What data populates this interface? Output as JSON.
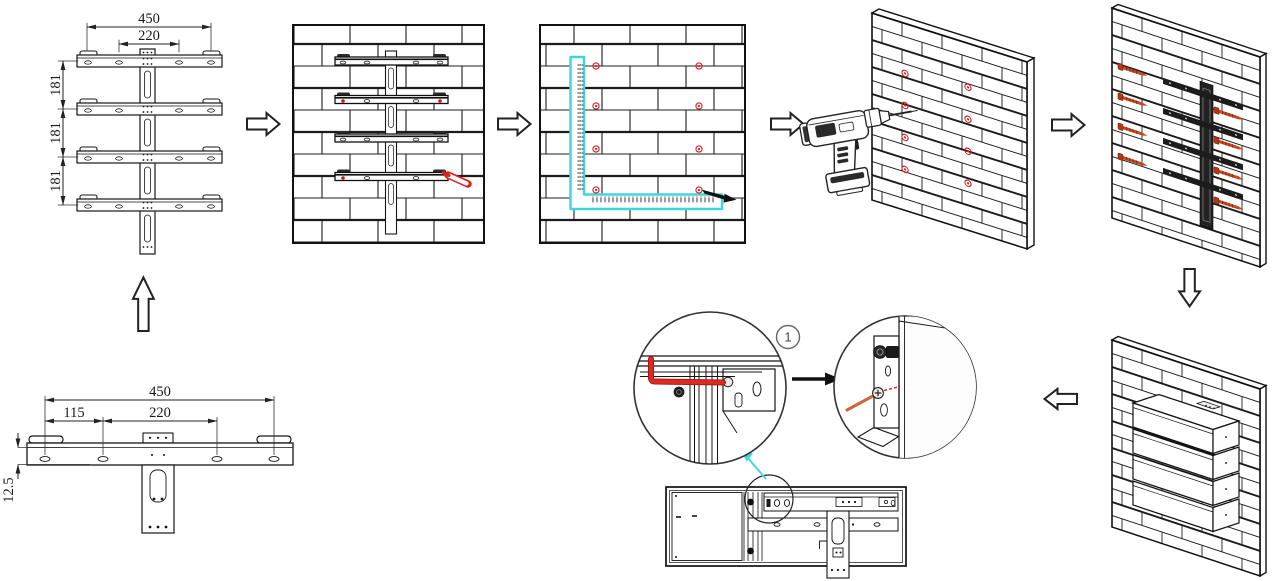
{
  "diagram": {
    "type": "installation-instruction-drawing",
    "subject": "wall-mounted stacked battery bracket installation steps"
  },
  "colors": {
    "line": "#161616",
    "marker_red": "#d81f1f",
    "ruler_cyan": "#3ed6de",
    "screw_orange": "#c8481f",
    "allen_key_red": "#de2b22",
    "callout_arrow_cyan": "#3fd8e0",
    "paper": "#ffffff"
  },
  "dims_assembly": {
    "total_width": "450",
    "inner_width": "220",
    "spacing_1": "181",
    "spacing_2": "181",
    "spacing_3": "181"
  },
  "dims_bracket": {
    "total_width": "450",
    "left_offset": "115",
    "inner_width": "220",
    "flange": "12.5"
  },
  "callout": {
    "label": "1"
  },
  "icons": {
    "drill": "power-drill-icon",
    "marker_pen": "marker-pen-icon",
    "pencil": "pencil-icon",
    "level_ruler": "level-ruler-icon",
    "allen_key": "allen-key-icon",
    "screwdriver": "screwdriver-bit-icon",
    "anchor_screw": "anchor-screw-icon",
    "step_arrow": "block-arrow-icon"
  }
}
